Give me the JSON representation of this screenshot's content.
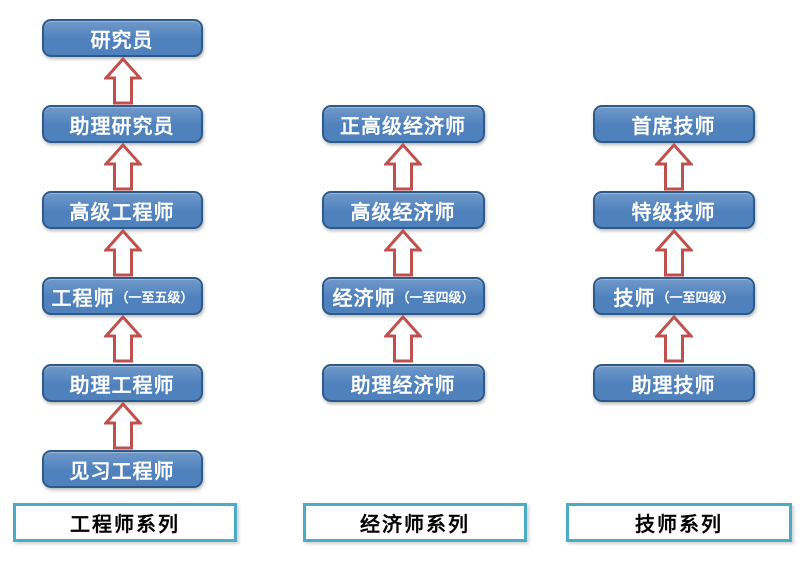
{
  "diagram": {
    "columns": [
      {
        "series_label": "工程师系列",
        "levels": [
          {
            "name": "研究员"
          },
          {
            "name": "助理研究员"
          },
          {
            "name": "高级工程师"
          },
          {
            "name": "工程师",
            "grade_range": "（一至五级）"
          },
          {
            "name": "助理工程师"
          },
          {
            "name": "见习工程师"
          }
        ]
      },
      {
        "series_label": "经济师系列",
        "levels": [
          {
            "name": "正高级经济师"
          },
          {
            "name": "高级经济师"
          },
          {
            "name": "经济师",
            "grade_range": "（一至四级）"
          },
          {
            "name": "助理经济师"
          }
        ]
      },
      {
        "series_label": "技师系列",
        "levels": [
          {
            "name": "首席技师"
          },
          {
            "name": "特级技师"
          },
          {
            "name": "技师",
            "grade_range": "（一至四级）"
          },
          {
            "name": "助理技师"
          }
        ]
      }
    ],
    "colors": {
      "box_fill": "#4f81bd",
      "box_fill_top": "#7099c9",
      "box_border": "#2e5a8a",
      "box_text": "#ffffff",
      "arrow_stroke": "#c0504d",
      "arrow_fill": "#ffffff",
      "series_border": "#4bacc6",
      "series_text": "#000000",
      "background": "#ffffff"
    }
  }
}
